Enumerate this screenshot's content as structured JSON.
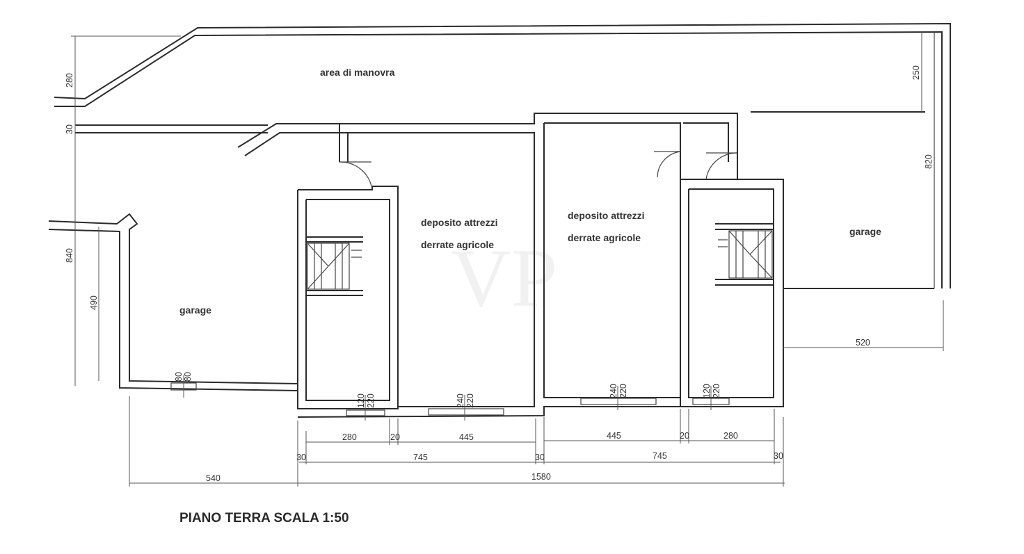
{
  "title": "PIANO TERRA SCALA 1:50",
  "watermark": "VP",
  "rooms": {
    "maneuver_area": "area di manovra",
    "garage_left": "garage",
    "garage_right": "garage",
    "storage_left_line1": "deposito attrezzi",
    "storage_left_line2": "derrate agricole",
    "storage_right_line1": "deposito attrezzi",
    "storage_right_line2": "derrate agricole"
  },
  "dimensions": {
    "left_280": "280",
    "left_30": "30",
    "left_840": "840",
    "left_490": "490",
    "right_250": "250",
    "right_820": "820",
    "right_520": "520",
    "win_80a": "80",
    "win_80b": "80",
    "win1_w": "120",
    "win1_h": "220",
    "win2_w": "240",
    "win2_h": "220",
    "win3_w": "240",
    "win3_h": "220",
    "win4_w": "120",
    "win4_h": "220",
    "b1_280": "280",
    "b1_20": "20",
    "b1_445": "445",
    "b1_445r": "445",
    "b1_20r": "20",
    "b1_280r": "280",
    "b2_30a": "30",
    "b2_745a": "745",
    "b2_30b": "30",
    "b2_745b": "745",
    "b2_30c": "30",
    "b3_540": "540",
    "b3_1580": "1580"
  }
}
